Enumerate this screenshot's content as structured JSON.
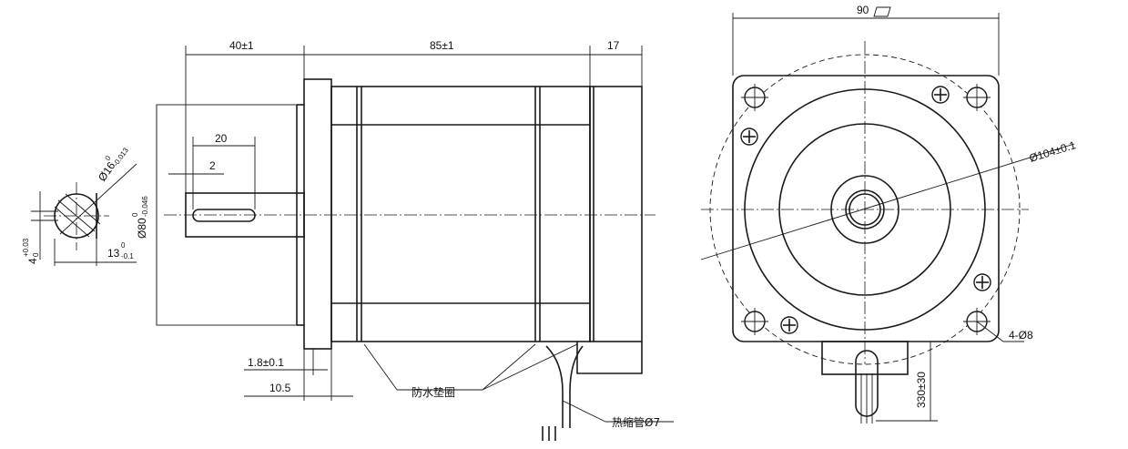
{
  "side_view": {
    "dims": {
      "shaft_length": "40±1",
      "body_length": "85±1",
      "rear_length": "17",
      "key_length": "20",
      "key_offset": "2",
      "flange_thickness": "1.8±0.1",
      "pilot_depth": "10.5",
      "pilot_dia_main": "Ø80",
      "pilot_dia_upper": "0",
      "pilot_dia_lower": "-0.046"
    },
    "notes": {
      "waterproof_gasket": "防水垫圈",
      "heat_shrink_tube": "热缩管Ø7"
    }
  },
  "shaft_section": {
    "shaft_dia_main": "Ø16",
    "shaft_dia_upper": "0",
    "shaft_dia_lower": "-0.013",
    "flat_main": "13",
    "flat_upper": "0",
    "flat_lower": "-0.1",
    "key_width_main": "4",
    "key_width_upper": "+0.03",
    "key_width_lower": "0"
  },
  "front_view": {
    "dims": {
      "square_size": "90",
      "bolt_circle": "Ø104±0.1",
      "mount_holes": "4-Ø8",
      "lead_length": "330±30"
    }
  }
}
